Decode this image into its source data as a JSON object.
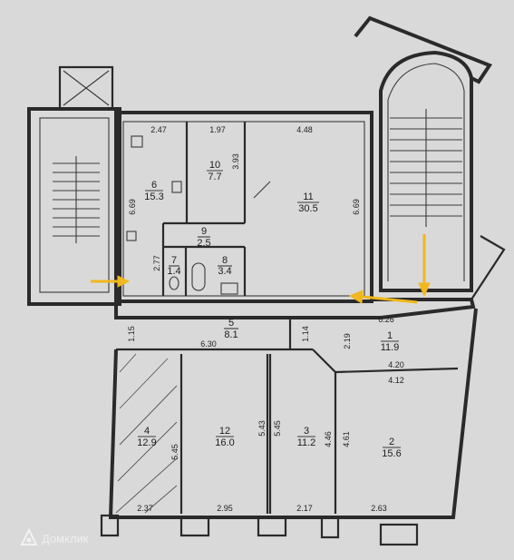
{
  "rooms": [
    {
      "num": "6",
      "area": "15.3"
    },
    {
      "num": "10",
      "area": "7.7"
    },
    {
      "num": "11",
      "area": "30.5"
    },
    {
      "num": "9",
      "area": "2.5"
    },
    {
      "num": "7",
      "area": "1.4"
    },
    {
      "num": "8",
      "area": "3.4"
    },
    {
      "num": "5",
      "area": "8.1"
    },
    {
      "num": "1",
      "area": "11.9"
    },
    {
      "num": "4",
      "area": "12.9"
    },
    {
      "num": "12",
      "area": "16.0"
    },
    {
      "num": "3",
      "area": "11.2"
    },
    {
      "num": "2",
      "area": "15.6"
    }
  ],
  "dimensions": [
    "2.47",
    "1.97",
    "4.48",
    "3.93",
    "6.69",
    "6.69",
    "2.77",
    "1.15",
    "6.30",
    "1.14",
    "2.19",
    "6.26",
    "4.20",
    "4.12",
    "5.45",
    "5.43",
    "5.45",
    "4.46",
    "4.61",
    "2.37",
    "2.95",
    "2.17",
    "2.63"
  ],
  "watermark": {
    "text": "Домклик",
    "color": "#ffffff"
  },
  "colors": {
    "background": "#d9d9d9",
    "wall": "#2a2a2a",
    "arrow": "#f0b81e"
  }
}
